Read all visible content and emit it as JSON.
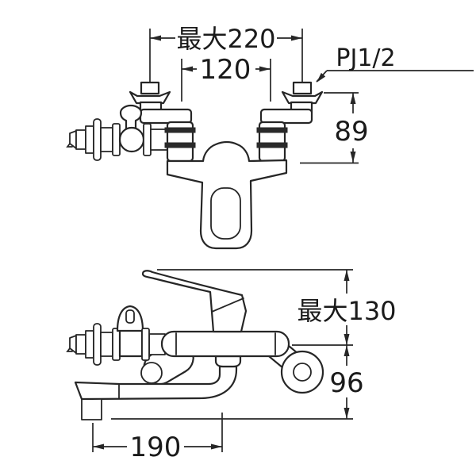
{
  "front_view": {
    "dim_max_width": "最大220",
    "dim_center_pitch": "120",
    "thread_label": "PJ1/2",
    "dim_wall_height": "89"
  },
  "side_view": {
    "dim_max_height": "最大130",
    "dim_center_to_spout_bottom": "96",
    "dim_spout_reach": "190"
  },
  "colors": {
    "line": "#262626",
    "text": "#1a1a1a",
    "background": "#ffffff"
  }
}
